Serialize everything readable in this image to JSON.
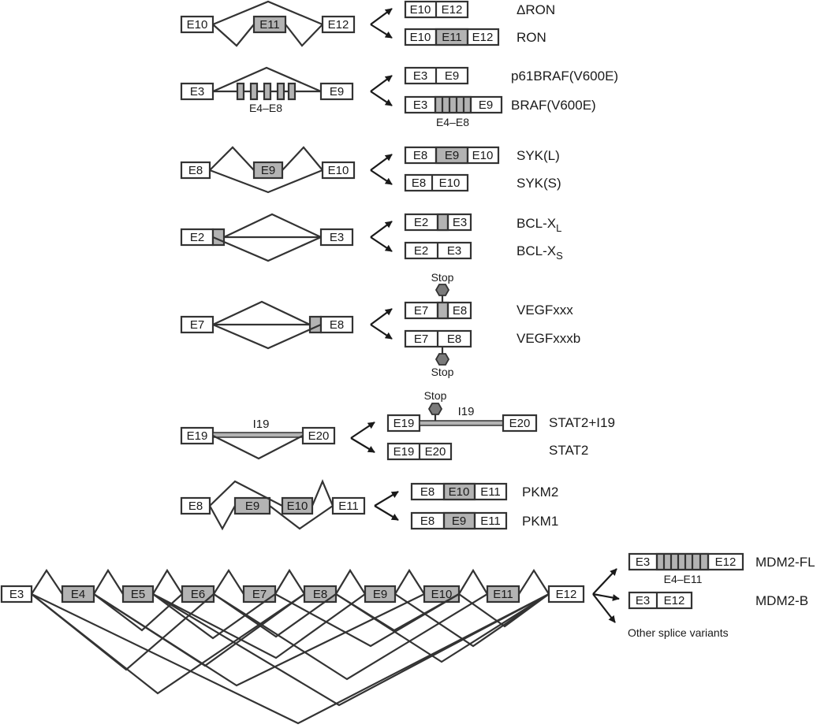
{
  "colors": {
    "stroke": "#333333",
    "exon_fill": "#ffffff",
    "alt_fill": "#b3b3b3",
    "stop_fill": "#7a7a7a",
    "text": "#1a1a1a"
  },
  "rows": {
    "ron": {
      "exons": [
        "E10",
        "E11",
        "E12"
      ],
      "variants": [
        {
          "segments": [
            "E10",
            "E12"
          ],
          "label": "ΔRON"
        },
        {
          "segments": [
            "E10",
            "E11",
            "E12"
          ],
          "label": "RON"
        }
      ]
    },
    "braf": {
      "exons": [
        "E3",
        "E9"
      ],
      "alt_range": "E4–E8",
      "variants": [
        {
          "segments": [
            "E3",
            "E9"
          ],
          "label": "p61BRAF(V600E)"
        },
        {
          "segments": [
            "E3",
            "E9"
          ],
          "sublabel": "E4–E8",
          "label": "BRAF(V600E)"
        }
      ]
    },
    "syk": {
      "exons": [
        "E8",
        "E9",
        "E10"
      ],
      "variants": [
        {
          "segments": [
            "E8",
            "E9",
            "E10"
          ],
          "label": "SYK(L)"
        },
        {
          "segments": [
            "E8",
            "E10"
          ],
          "label": "SYK(S)"
        }
      ]
    },
    "bclx": {
      "exons": [
        "E2",
        "E3"
      ],
      "variants": [
        {
          "segments": [
            "E2",
            "E3"
          ],
          "label_main": "BCL-X",
          "label_sub": "L"
        },
        {
          "segments": [
            "E2",
            "E3"
          ],
          "label_main": "BCL-X",
          "label_sub": "S"
        }
      ]
    },
    "vegf": {
      "exons": [
        "E7",
        "E8"
      ],
      "stop_label": "Stop",
      "variants": [
        {
          "segments": [
            "E7",
            "E8"
          ],
          "label": "VEGFxxx"
        },
        {
          "segments": [
            "E7",
            "E8"
          ],
          "label": "VEGFxxxb"
        }
      ]
    },
    "stat2": {
      "exons": [
        "E19",
        "E20"
      ],
      "intron": "I19",
      "stop_label": "Stop",
      "variants": [
        {
          "segments": [
            "E19",
            "E20"
          ],
          "intron": "I19",
          "label": "STAT2+I19"
        },
        {
          "segments": [
            "E19",
            "E20"
          ],
          "label": "STAT2"
        }
      ]
    },
    "pkm": {
      "exons": [
        "E8",
        "E9",
        "E10",
        "E11"
      ],
      "variants": [
        {
          "segments": [
            "E8",
            "E10",
            "E11"
          ],
          "label": "PKM2"
        },
        {
          "segments": [
            "E8",
            "E9",
            "E11"
          ],
          "label": "PKM1"
        }
      ]
    },
    "mdm2": {
      "exons": [
        "E3",
        "E4",
        "E5",
        "E6",
        "E7",
        "E8",
        "E9",
        "E10",
        "E11",
        "E12"
      ],
      "variants": [
        {
          "segments": [
            "E3",
            "E12"
          ],
          "sublabel": "E4–E11",
          "label": "MDM2-FL"
        },
        {
          "segments": [
            "E3",
            "E12"
          ],
          "label": "MDM2-B"
        }
      ],
      "other_label": "Other splice variants"
    }
  }
}
